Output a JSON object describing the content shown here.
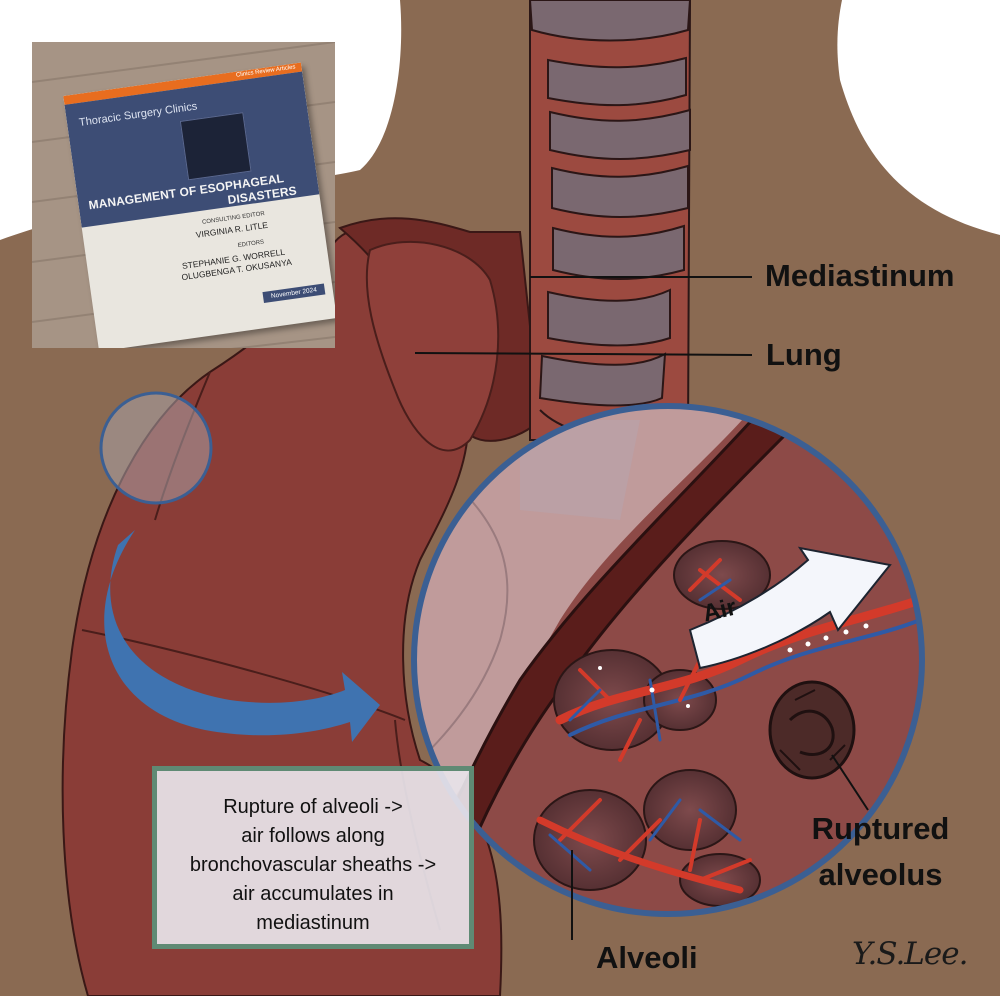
{
  "book": {
    "series_tag": "Clinics Review Articles",
    "journal": "Thoracic Surgery Clinics",
    "title_line1": "MANAGEMENT OF ESOPHAGEAL",
    "title_line2": "DISASTERS",
    "consulting_editor_label": "CONSULTING EDITOR",
    "consulting_editor": "VIRGINIA R. LITLE",
    "editors_label": "EDITORS",
    "editor1": "STEPHANIE G. WORRELL",
    "editor2": "OLUGBENGA T. OKUSANYA",
    "date": "November 2024"
  },
  "labels": {
    "mediastinum": "Mediastinum",
    "lung": "Lung",
    "ruptured_alveolus": "Ruptured alveolus",
    "alveoli": "Alveoli",
    "air": "Air"
  },
  "caption": {
    "lines": [
      "Rupture of alveoli ->",
      "air follows along",
      "bronchovascular sheaths ->",
      "air accumulates in",
      "mediastinum"
    ]
  },
  "signature": "Y.S.Lee.",
  "colors": {
    "skin": "#8a6a52",
    "lung": "#8a3d37",
    "lung_dark": "#5e1f1c",
    "trachea_ring": "#7a6870",
    "trachea_gap": "#9c4a40",
    "zoom_ring": "#3b5f93",
    "arrow_blue": "#3f73b0",
    "caption_border": "#5f8a74"
  }
}
